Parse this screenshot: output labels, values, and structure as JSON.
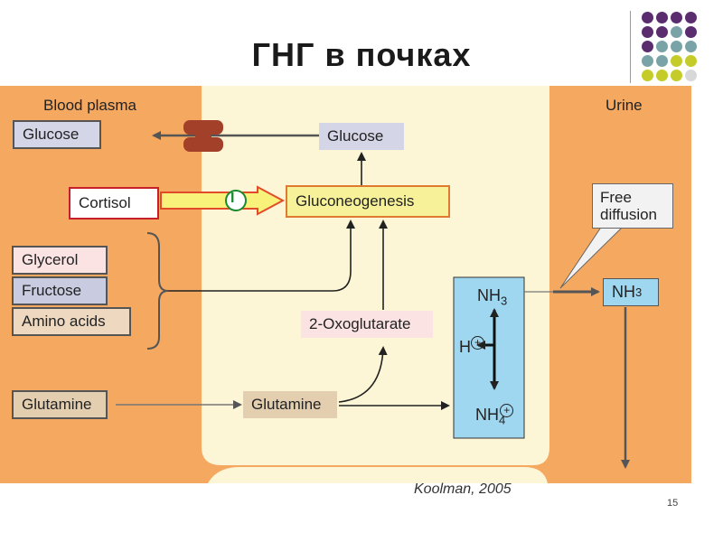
{
  "title": "ГНГ в почках",
  "decor": {
    "dot_colors": {
      "purple": "#5b2d6e",
      "teal": "#79a3a6",
      "lime": "#c5cc2a"
    }
  },
  "diagram": {
    "colors": {
      "tissue": "#f5a860",
      "cell": "#fdf6d6",
      "channel": "#a3402a",
      "gluconeo": "#f7f29a",
      "glucose_box": "#d5d5e8",
      "glycerol_box": "#fbe3e3",
      "fructose_box": "#c9cbe0",
      "amino_box": "#eed9c0",
      "glutamine_box": "#e4ceb0",
      "nh_box": "#9fd7f0",
      "cortisol_arrow": "#f8f27a"
    },
    "blood_plasma_label": "Blood plasma",
    "urine_label": "Urine",
    "glucose_left": "Glucose",
    "glucose_center": "Glucose",
    "cortisol": "Cortisol",
    "inhibit_symbol": "I",
    "gluconeogenesis": "Gluconeogenesis",
    "glycerol": "Glycerol",
    "fructose": "Fructose",
    "amino_acids": "Amino acids",
    "oxoglutarate": "2-Oxoglutarate",
    "glutamine_left": "Glutamine",
    "glutamine_center": "Glutamine",
    "nh3_main": "NH",
    "nh3_sub": "3",
    "h_plus": "H",
    "nh4_main": "NH",
    "nh4_sub": "4",
    "plus_symbol": "+",
    "free_diffusion_line1": "Free",
    "free_diffusion_line2": "diffusion",
    "nh3_urine_main": "NH",
    "nh3_urine_sub": "3"
  },
  "citation": "Koolman, 2005",
  "page_number": "15"
}
